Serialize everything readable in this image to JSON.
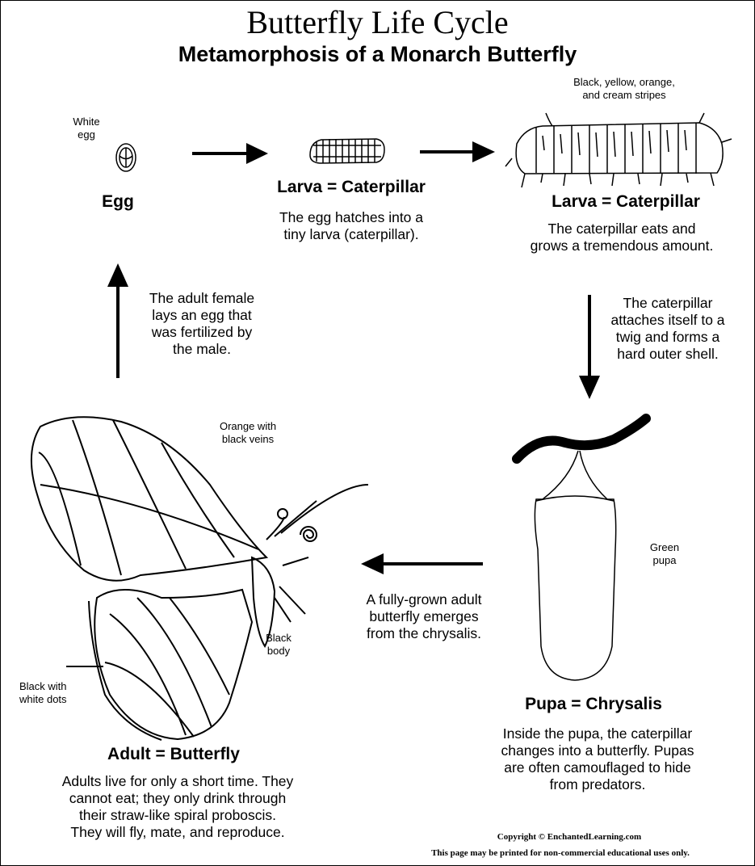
{
  "title": "Butterfly Life Cycle",
  "subtitle": "Metamorphosis of a Monarch Butterfly",
  "egg": {
    "label": "Egg",
    "note_line1": "White",
    "note_line2": "egg"
  },
  "larva_small": {
    "label": "Larva = Caterpillar",
    "desc_line1": "The egg hatches into a",
    "desc_line2": "tiny larva (caterpillar)."
  },
  "larva_big": {
    "label": "Larva = Caterpillar",
    "stripes_line1": "Black, yellow, orange,",
    "stripes_line2": "and cream stripes",
    "desc_line1": "The caterpillar eats and",
    "desc_line2": "grows a tremendous amount."
  },
  "to_pupa": {
    "line1": "The caterpillar",
    "line2": "attaches itself to a",
    "line3": "twig and forms a",
    "line4": "hard outer shell."
  },
  "pupa": {
    "label": "Pupa = Chrysalis",
    "note_line1": "Green",
    "note_line2": "pupa",
    "desc_line1": "Inside the pupa, the caterpillar",
    "desc_line2": "changes into a butterfly.  Pupas",
    "desc_line3": "are often camouflaged to hide",
    "desc_line4": "from predators."
  },
  "emerge": {
    "line1": "A fully-grown adult",
    "line2": "butterfly emerges",
    "line3": "from the chrysalis."
  },
  "adult": {
    "label": "Adult = Butterfly",
    "wing_note_line1": "Orange with",
    "wing_note_line2": "black veins",
    "body_note_line1": "Black",
    "body_note_line2": "body",
    "edge_note_line1": "Black with",
    "edge_note_line2": "white dots",
    "desc_line1": "Adults live for only a short time.  They",
    "desc_line2": "cannot eat; they only drink through",
    "desc_line3": "their straw-like spiral proboscis.",
    "desc_line4": "They will fly, mate, and reproduce."
  },
  "lay_egg": {
    "line1": "The adult female",
    "line2": "lays an egg that",
    "line3": "was fertilized by",
    "line4": "the male."
  },
  "copyright": {
    "line1": "Copyright © EnchantedLearning.com",
    "line2": "This page may be printed for non-commercial educational uses only."
  }
}
